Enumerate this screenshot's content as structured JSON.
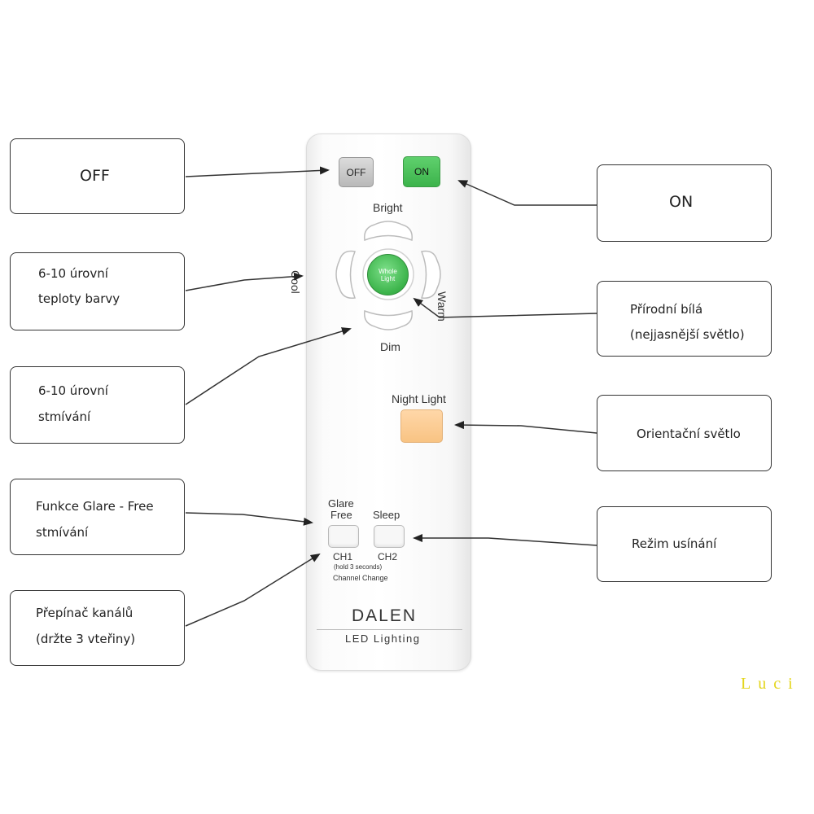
{
  "callouts": {
    "off": "OFF",
    "on": "ON",
    "cool": [
      "6-10  úrovní",
      "teploty barvy"
    ],
    "whole": [
      "Přírodní bílá",
      "(nejjasnější světlo)"
    ],
    "dim": [
      "6-10  úrovní",
      "stmívání"
    ],
    "night": "Orientační světlo",
    "glare": [
      "Funkce Glare - Free",
      "stmívání"
    ],
    "sleep": "Režim usínání",
    "channel": [
      "Přepínač kanálů",
      "(držte 3 vteřiny)"
    ]
  },
  "remote": {
    "off_label": "OFF",
    "on_label": "ON",
    "bright": "Bright",
    "cool": "Cool",
    "warm": "Warm",
    "dim": "Dim",
    "whole_line1": "Whole",
    "whole_line2": "Light",
    "night_light": "Night Light",
    "glare_line1": "Glare",
    "glare_line2": "Free",
    "sleep": "Sleep",
    "ch1": "CH1",
    "ch2": "CH2",
    "hold": "(hold 3 seconds)",
    "channel_change": "Channel Change",
    "brand": "DALEN",
    "sub_brand": "LED Lighting"
  },
  "watermark": "Luci",
  "colors": {
    "on_button": "#44b954",
    "night_button": "#f9c88c",
    "off_button": "#c8c8c8",
    "watermark": "#e3d51a"
  }
}
